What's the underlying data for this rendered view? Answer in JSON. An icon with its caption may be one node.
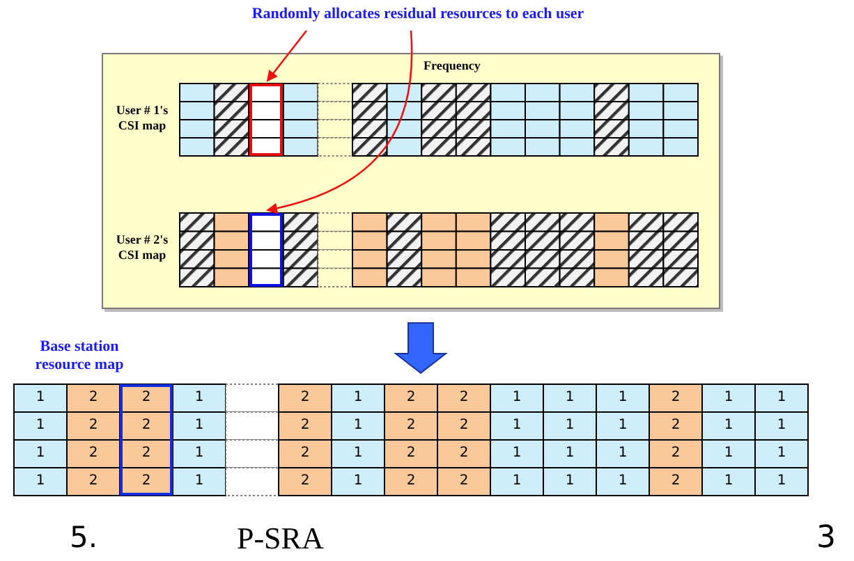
{
  "diagram": {
    "nodes": [
      {
        "text": [
          "Randomly allocates residual resources to each user"
        ]
      },
      {
        "text": [
          "Frequency"
        ]
      },
      {
        "text": [
          "User # 1's CSI map"
        ],
        "in": 1
      },
      {
        "text": [],
        "shape": "box",
        "in": 2
      },
      {
        "text": [
          "User # 2's CSI map"
        ],
        "in": 1
      },
      {
        "text": [],
        "shape": "box",
        "in": 4
      },
      {
        "text": [
          "Base station resource map"
        ]
      },
      {
        "text": [],
        "shape": "box",
        "in": 6
      }
    ],
    "edges": [
      {
        "from": 0,
        "to": 3,
        "arrow": "to"
      },
      {
        "from": 0,
        "to": 5,
        "arrow": "to"
      },
      {
        "from": 1,
        "to": 6,
        "arrow": "to",
        "style": "thick",
        "color": "#3366ff"
      }
    ],
    "labels": [
      "1",
      "2",
      "2",
      "1",
      "2",
      "1",
      "2",
      "2",
      "1",
      "1",
      "1",
      "2",
      "1",
      "1",
      "1",
      "2",
      "2",
      "1",
      "2",
      "1",
      "2",
      "2",
      "1",
      "1",
      "1",
      "2",
      "1",
      "1",
      "1",
      "2",
      "2",
      "1",
      "2",
      "1",
      "2",
      "2",
      "1",
      "1",
      "1",
      "2",
      "1",
      "1",
      "1",
      "2",
      "2",
      "1",
      "2",
      "1",
      "2",
      "2",
      "1",
      "1",
      "1",
      "2",
      "1",
      "1",
      "5.",
      "P-SRA",
      "3"
    ]
  }
}
